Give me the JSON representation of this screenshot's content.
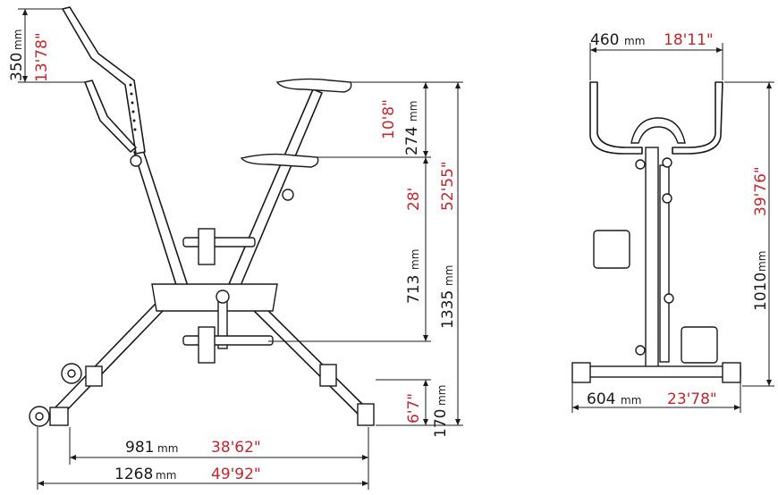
{
  "colors": {
    "line": "#1a1a1a",
    "imperial": "#c0272d",
    "background": "#ffffff"
  },
  "side_view": {
    "handlebar_drop": {
      "mm_value": "350",
      "mm_unit": "mm",
      "imperial": "13'78\""
    },
    "seat_adjust": {
      "mm_value": "274",
      "mm_unit": "mm",
      "imperial": "10'8\""
    },
    "seat_to_pedal": {
      "mm_value": "713",
      "mm_unit": "mm",
      "imperial": "28'"
    },
    "total_height": {
      "mm_value": "1335",
      "mm_unit": "mm",
      "imperial": "52'55\""
    },
    "foot_height": {
      "mm_value": "170",
      "mm_unit": "mm",
      "imperial": "6'7\""
    },
    "inner_length": {
      "mm_value": "981",
      "mm_unit": "mm",
      "imperial": "38'62\""
    },
    "total_length": {
      "mm_value": "1268",
      "mm_unit": "mm",
      "imperial": "49'92\""
    }
  },
  "front_view": {
    "handlebar_width": {
      "mm_value": "460",
      "mm_unit": "mm",
      "imperial": "18'11\""
    },
    "height": {
      "mm_value": "1010",
      "mm_unit": "mm",
      "imperial": "39'76\""
    },
    "base_width": {
      "mm_value": "604",
      "mm_unit": "mm",
      "imperial": "23'78\""
    }
  }
}
